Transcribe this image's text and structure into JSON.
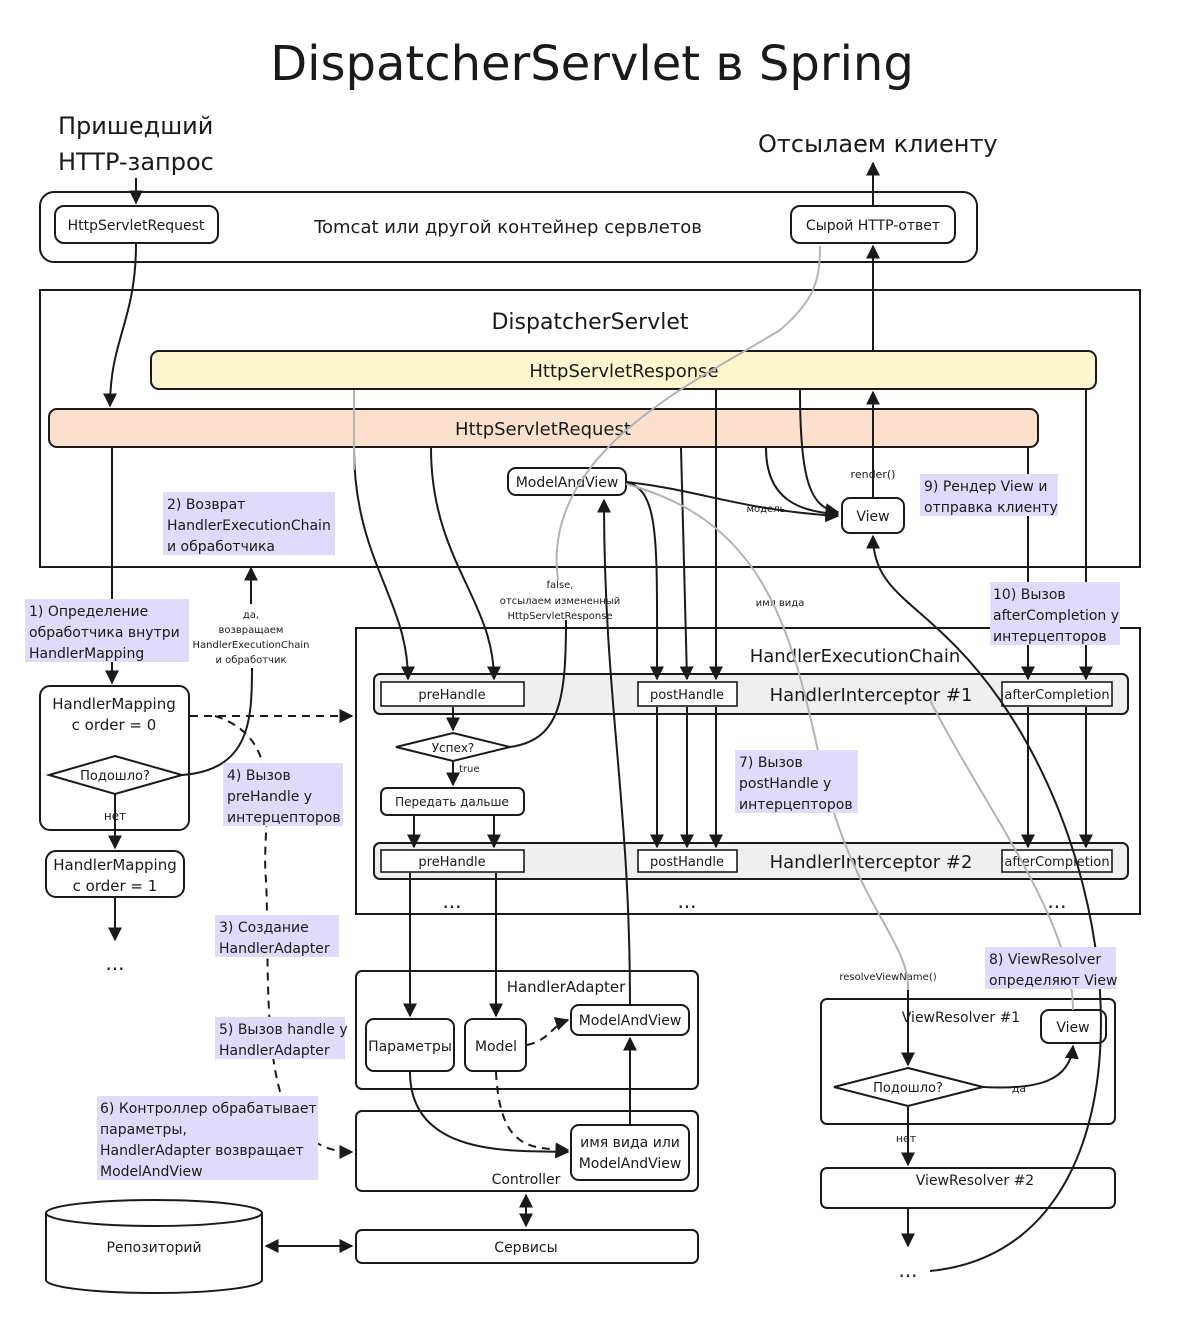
{
  "title": "DispatcherServlet в Spring",
  "incoming": [
    "Пришедший",
    "HTTP-запрос"
  ],
  "outgoing": "Отсылаем клиенту",
  "tomcat": {
    "label": "Tomcat или другой контейнер сервлетов",
    "request": "HttpServletRequest",
    "raw_response": "Сырой HTTP-ответ"
  },
  "dispatcher": {
    "label": "DispatcherServlet",
    "response": "HttpServletResponse",
    "request": "HttpServletRequest",
    "model_and_view": "ModelAndView",
    "view": "View",
    "render": "render()",
    "model_edge": "модель",
    "view_name_edge": "имя вида"
  },
  "chain": {
    "label": "HandlerExecutionChain",
    "interceptor1": "HandlerInterceptor #1",
    "interceptor2": "HandlerInterceptor #2",
    "pre_handle": "preHandle",
    "post_handle": "postHandle",
    "after_completion": "afterCompletion",
    "success": "Успех?",
    "true_label": "true",
    "pass_on": "Передать дальше",
    "false_label": [
      "false,",
      "отсылаем измененный",
      "HttpServletResponse"
    ],
    "ellipsis": "..."
  },
  "mapping": {
    "m0": [
      "HandlerMapping",
      "с order = 0"
    ],
    "m1": [
      "HandlerMapping",
      "с order = 1"
    ],
    "fit": "Подошло?",
    "no": "нет",
    "yes_label": [
      "да,",
      "возвращаем",
      "HandlerExecutionChain",
      "и обработчик"
    ],
    "ellipsis": "..."
  },
  "adapter": {
    "label": "HandlerAdapter",
    "params": "Параметры",
    "model": "Model",
    "model_and_view": "ModelAndView"
  },
  "controller": {
    "label": "Controller",
    "result": [
      "имя вида или",
      "ModelAndView"
    ]
  },
  "services": "Сервисы",
  "repository": "Репозиторий",
  "view_resolver": {
    "vr1": "ViewResolver #1",
    "vr2": "ViewResolver #2",
    "view": "View",
    "fit": "Подошло?",
    "yes": "да",
    "no": "нет",
    "resolve": "resolveViewName()",
    "ellipsis": "..."
  },
  "notes": {
    "n1": [
      "1) Определение",
      "обработчика внутри",
      "HandlerMapping"
    ],
    "n2": [
      "2) Возврат",
      "HandlerExecutionChain",
      "и обработчика"
    ],
    "n3": [
      "3) Создание",
      "HandlerAdapter"
    ],
    "n4": [
      "4) Вызов",
      "preHandle у",
      "интерцепторов"
    ],
    "n5": [
      "5) Вызов handle у",
      "HandlerAdapter"
    ],
    "n6": [
      "6) Контроллер обрабатывает",
      "параметры,",
      "HandlerAdapter возвращает",
      "ModelAndView"
    ],
    "n7": [
      "7) Вызов",
      "postHandle у",
      "интерцепторов"
    ],
    "n8": [
      "8) ViewResolver",
      "определяют View"
    ],
    "n9": [
      "9) Рендер View и",
      "отправка клиенту"
    ],
    "n10": [
      "10) Вызов",
      "afterCompletion у",
      "интерцепторов"
    ]
  }
}
